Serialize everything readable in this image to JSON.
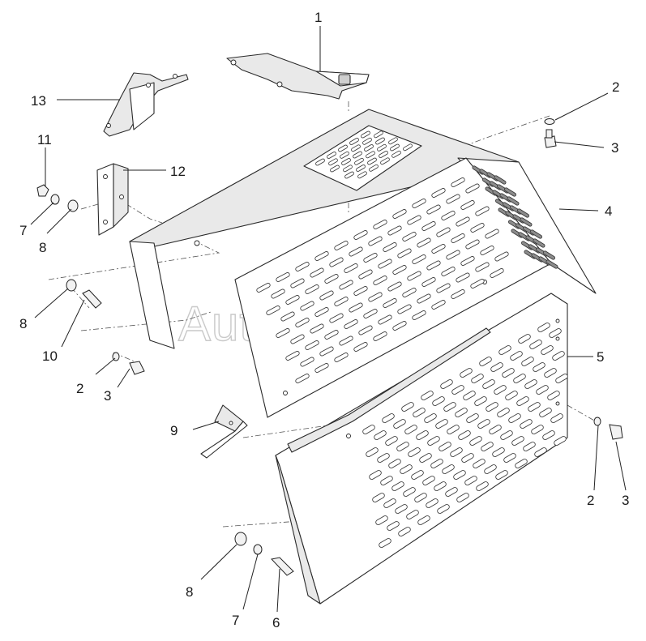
{
  "watermark": "Autosoft",
  "callouts": [
    {
      "id": "c1",
      "label": "1"
    },
    {
      "id": "c2a",
      "label": "2"
    },
    {
      "id": "c3a",
      "label": "3"
    },
    {
      "id": "c4",
      "label": "4"
    },
    {
      "id": "c5",
      "label": "5"
    },
    {
      "id": "c2b",
      "label": "2"
    },
    {
      "id": "c3b",
      "label": "3"
    },
    {
      "id": "c6",
      "label": "6"
    },
    {
      "id": "c7a",
      "label": "7"
    },
    {
      "id": "c8a",
      "label": "8"
    },
    {
      "id": "c9",
      "label": "9"
    },
    {
      "id": "c3c",
      "label": "3"
    },
    {
      "id": "c2c",
      "label": "2"
    },
    {
      "id": "c10",
      "label": "10"
    },
    {
      "id": "c8b",
      "label": "8"
    },
    {
      "id": "c8c",
      "label": "8"
    },
    {
      "id": "c7b",
      "label": "7"
    },
    {
      "id": "c11",
      "label": "11"
    },
    {
      "id": "c12",
      "label": "12"
    },
    {
      "id": "c13",
      "label": "13"
    }
  ]
}
